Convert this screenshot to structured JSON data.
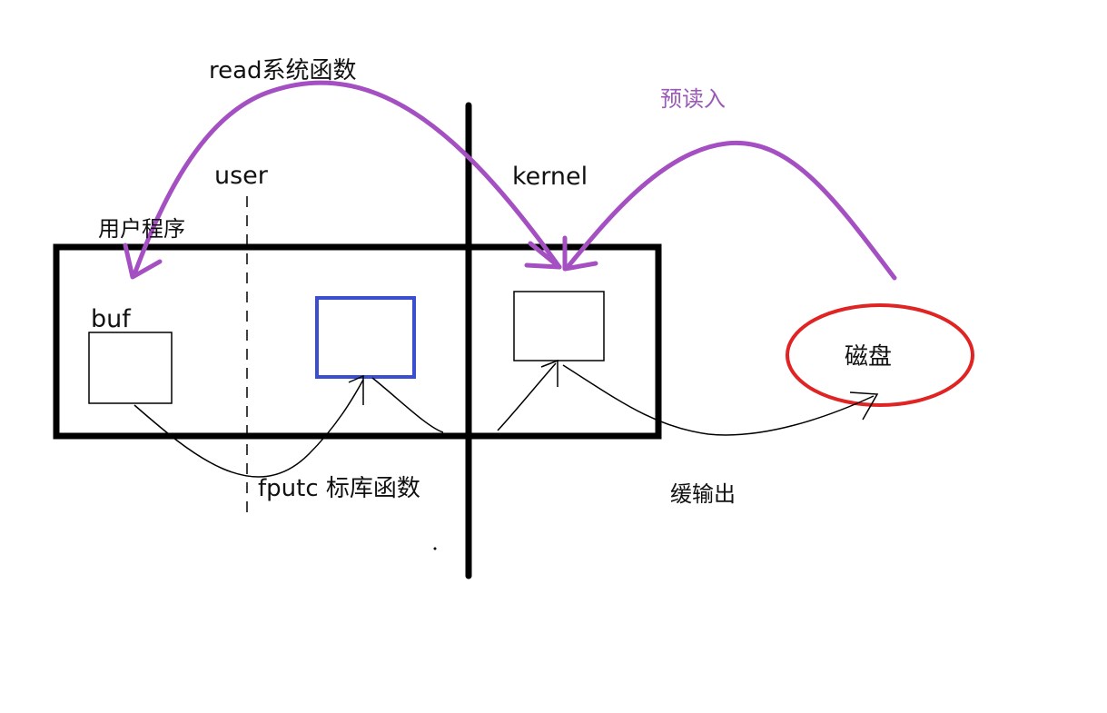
{
  "labels": {
    "read_syscall": "read系统函数",
    "prefetch": "预读入",
    "user": "user",
    "kernel": "kernel",
    "user_program": "用户程序",
    "buf": "buf",
    "disk": "磁盘",
    "fputc": "fputc 标库函数",
    "buffered_output": "缓输出"
  },
  "colors": {
    "line": "#000000",
    "arrow_purple": "#a44fc2",
    "label_purple": "#9b59b6",
    "std_buffer_blue": "#3a4fd0",
    "disk_red": "#e02424"
  }
}
